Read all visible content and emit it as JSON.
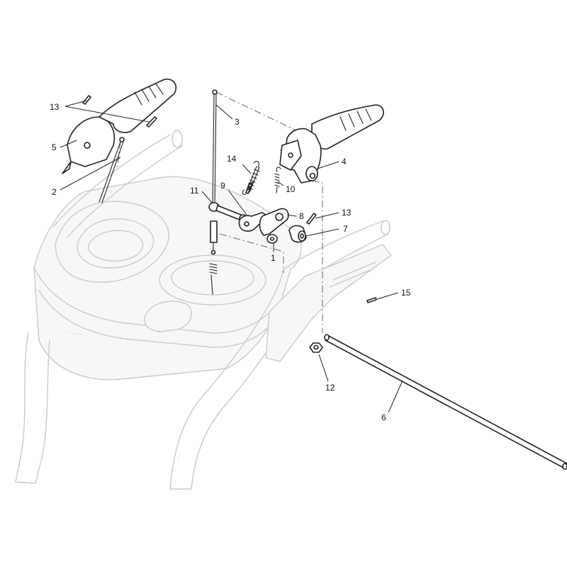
{
  "diagram": {
    "callouts": [
      "13",
      "5",
      "2",
      "3",
      "14",
      "11",
      "9",
      "10",
      "4",
      "8",
      "13",
      "7",
      "1",
      "15",
      "12",
      "6"
    ],
    "colors": {
      "line": "#222222",
      "ghost": "#c9c9c9",
      "background": "#ffffff"
    }
  }
}
